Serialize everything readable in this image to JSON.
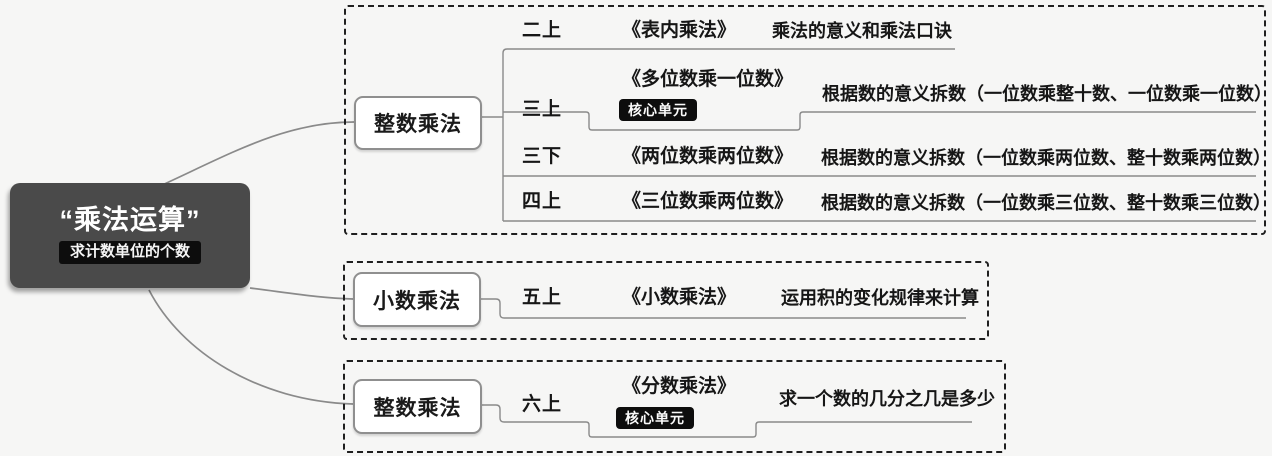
{
  "root": {
    "title": "“乘法运算”",
    "subtitle": "求计数单位的个数"
  },
  "groups": [
    {
      "label": "整数乘法",
      "rows": [
        {
          "term": "二上",
          "book": "《表内乘法》",
          "desc": "乘法的意义和乘法口诀"
        },
        {
          "term": "三上",
          "book": "《多位数乘一位数》",
          "badge": "核心单元",
          "desc": "根据数的意义拆数（一位数乘整十数、一位数乘一位数）"
        },
        {
          "term": "三下",
          "book": "《两位数乘两位数》",
          "desc": "根据数的意义拆数（一位数乘两位数、整十数乘两位数）"
        },
        {
          "term": "四上",
          "book": "《三位数乘两位数》",
          "desc": "根据数的意义拆数（一位数乘三位数、整十数乘三位数）"
        }
      ]
    },
    {
      "label": "小数乘法",
      "rows": [
        {
          "term": "五上",
          "book": "《小数乘法》",
          "desc": "运用积的变化规律来计算"
        }
      ]
    },
    {
      "label": "整数乘法",
      "rows": [
        {
          "term": "六上",
          "book": "《分数乘法》",
          "badge": "核心单元",
          "desc": "求一个数的几分之几是多少"
        }
      ]
    }
  ],
  "colors": {
    "root_bg": "#4a4a4a",
    "badge_bg": "#0d0d0d",
    "node_border": "#8f8f8f",
    "wire": "#8a8a8a",
    "dashed_border": "#1f1f1f",
    "background": "#f6f6f5"
  }
}
